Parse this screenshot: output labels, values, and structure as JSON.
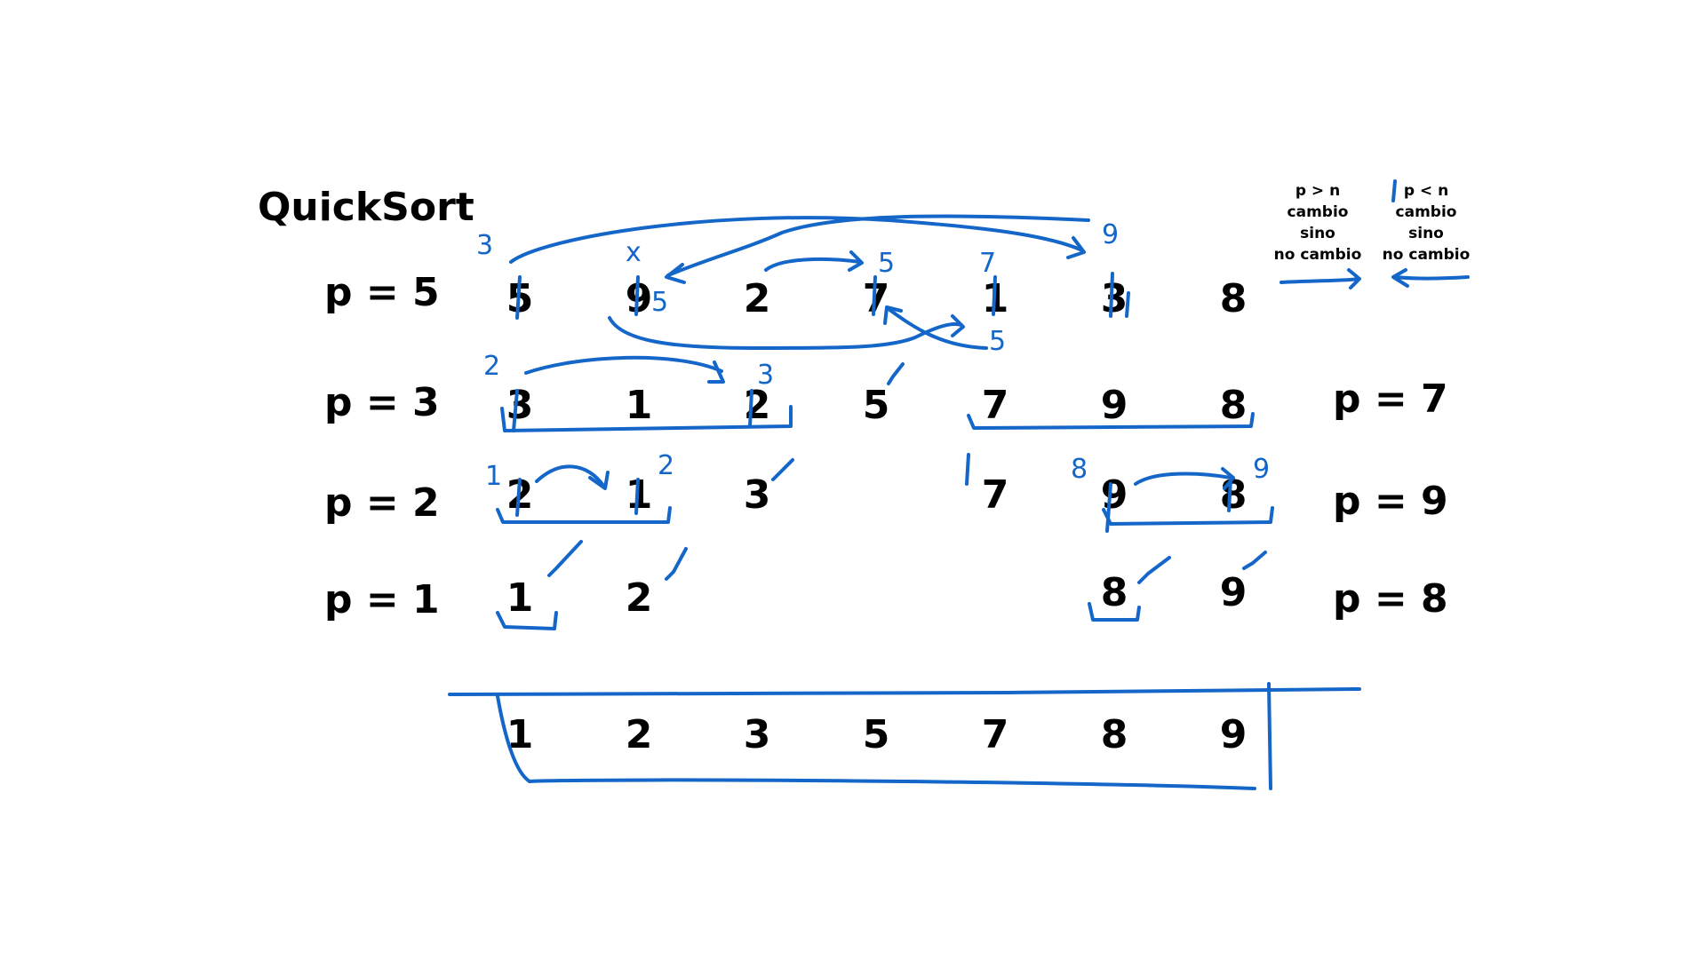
{
  "title": "QuickSort",
  "pivot_labels_left": [
    "p = 5",
    "p = 3",
    "p = 2",
    "p = 1"
  ],
  "pivot_labels_right": [
    "p = 7",
    "p = 9",
    "p = 8"
  ],
  "rows": {
    "row1": [
      "5",
      "9",
      "2",
      "7",
      "1",
      "3",
      "8"
    ],
    "row2": [
      "3",
      "1",
      "2",
      "5",
      "7",
      "9",
      "8"
    ],
    "row3": [
      "2",
      "1",
      "3",
      "7",
      "9",
      "8"
    ],
    "row4": [
      "1",
      "2",
      "8",
      "9"
    ],
    "result": [
      "1",
      "2",
      "3",
      "5",
      "7",
      "8",
      "9"
    ]
  },
  "legend": {
    "left": [
      "p > n",
      "cambio",
      "sino",
      "no cambio"
    ],
    "right": [
      "p < n",
      "cambio",
      "sino",
      "no cambio"
    ]
  },
  "handwritten": {
    "n3": "3",
    "x": "x",
    "n5a": "5",
    "n5b": "5",
    "n7": "7",
    "n9": "9",
    "n5c": "5",
    "n2": "2",
    "n3b": "3",
    "n1": "1",
    "n2b": "2",
    "n8": "8",
    "n9b": "9"
  },
  "colors": {
    "ink": "#1466c8",
    "text": "#000000"
  }
}
